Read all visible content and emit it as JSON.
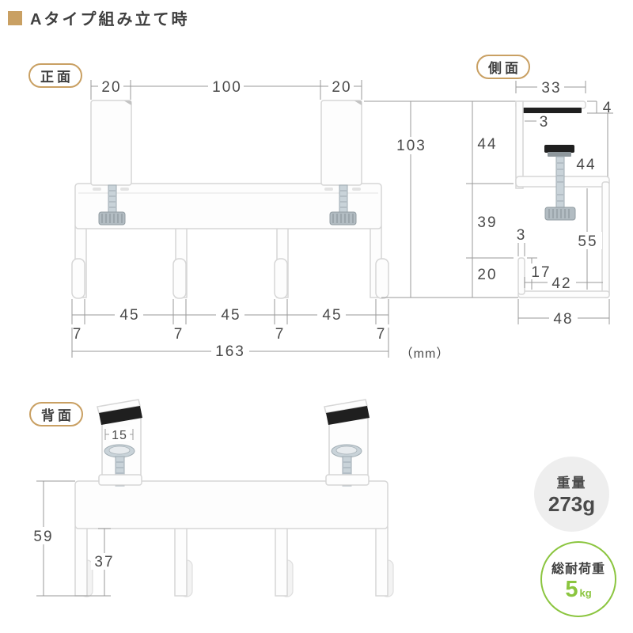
{
  "header": {
    "title": "Aタイプ組み立て時"
  },
  "unit_label": "（mm）",
  "front": {
    "label": "正面",
    "dim_top_left": "20",
    "dim_top_center": "100",
    "dim_top_right": "20",
    "dim_height": "103",
    "dim_spans": [
      "45",
      "45",
      "45"
    ],
    "dim_hook_widths": [
      "7",
      "7",
      "7",
      "7"
    ],
    "dim_total_width": "163"
  },
  "side": {
    "label": "側面",
    "dim_top_width": "33",
    "dim_pad_thickness": "4",
    "dim_plate_thickness": "3",
    "dim_upper_height": "44",
    "dim_opening": "44",
    "dim_mid_height": "39",
    "dim_lower_height": "20",
    "dim_lip_thickness": "3",
    "dim_lip_height": "17",
    "dim_hook_inner_width": "42",
    "dim_hook_inner_height": "55",
    "dim_depth": "48"
  },
  "back": {
    "label": "背面",
    "dim_pad_width": "15",
    "dim_height": "59",
    "dim_hook_height": "37"
  },
  "badges": {
    "weight": {
      "label": "重量",
      "value": "273g"
    },
    "load": {
      "label": "総耐荷重",
      "value": "5",
      "unit": "kg"
    }
  },
  "colors": {
    "accent_tan": "#c9a063",
    "accent_green": "#8bc53f",
    "text_dark": "#3f3f3f"
  }
}
